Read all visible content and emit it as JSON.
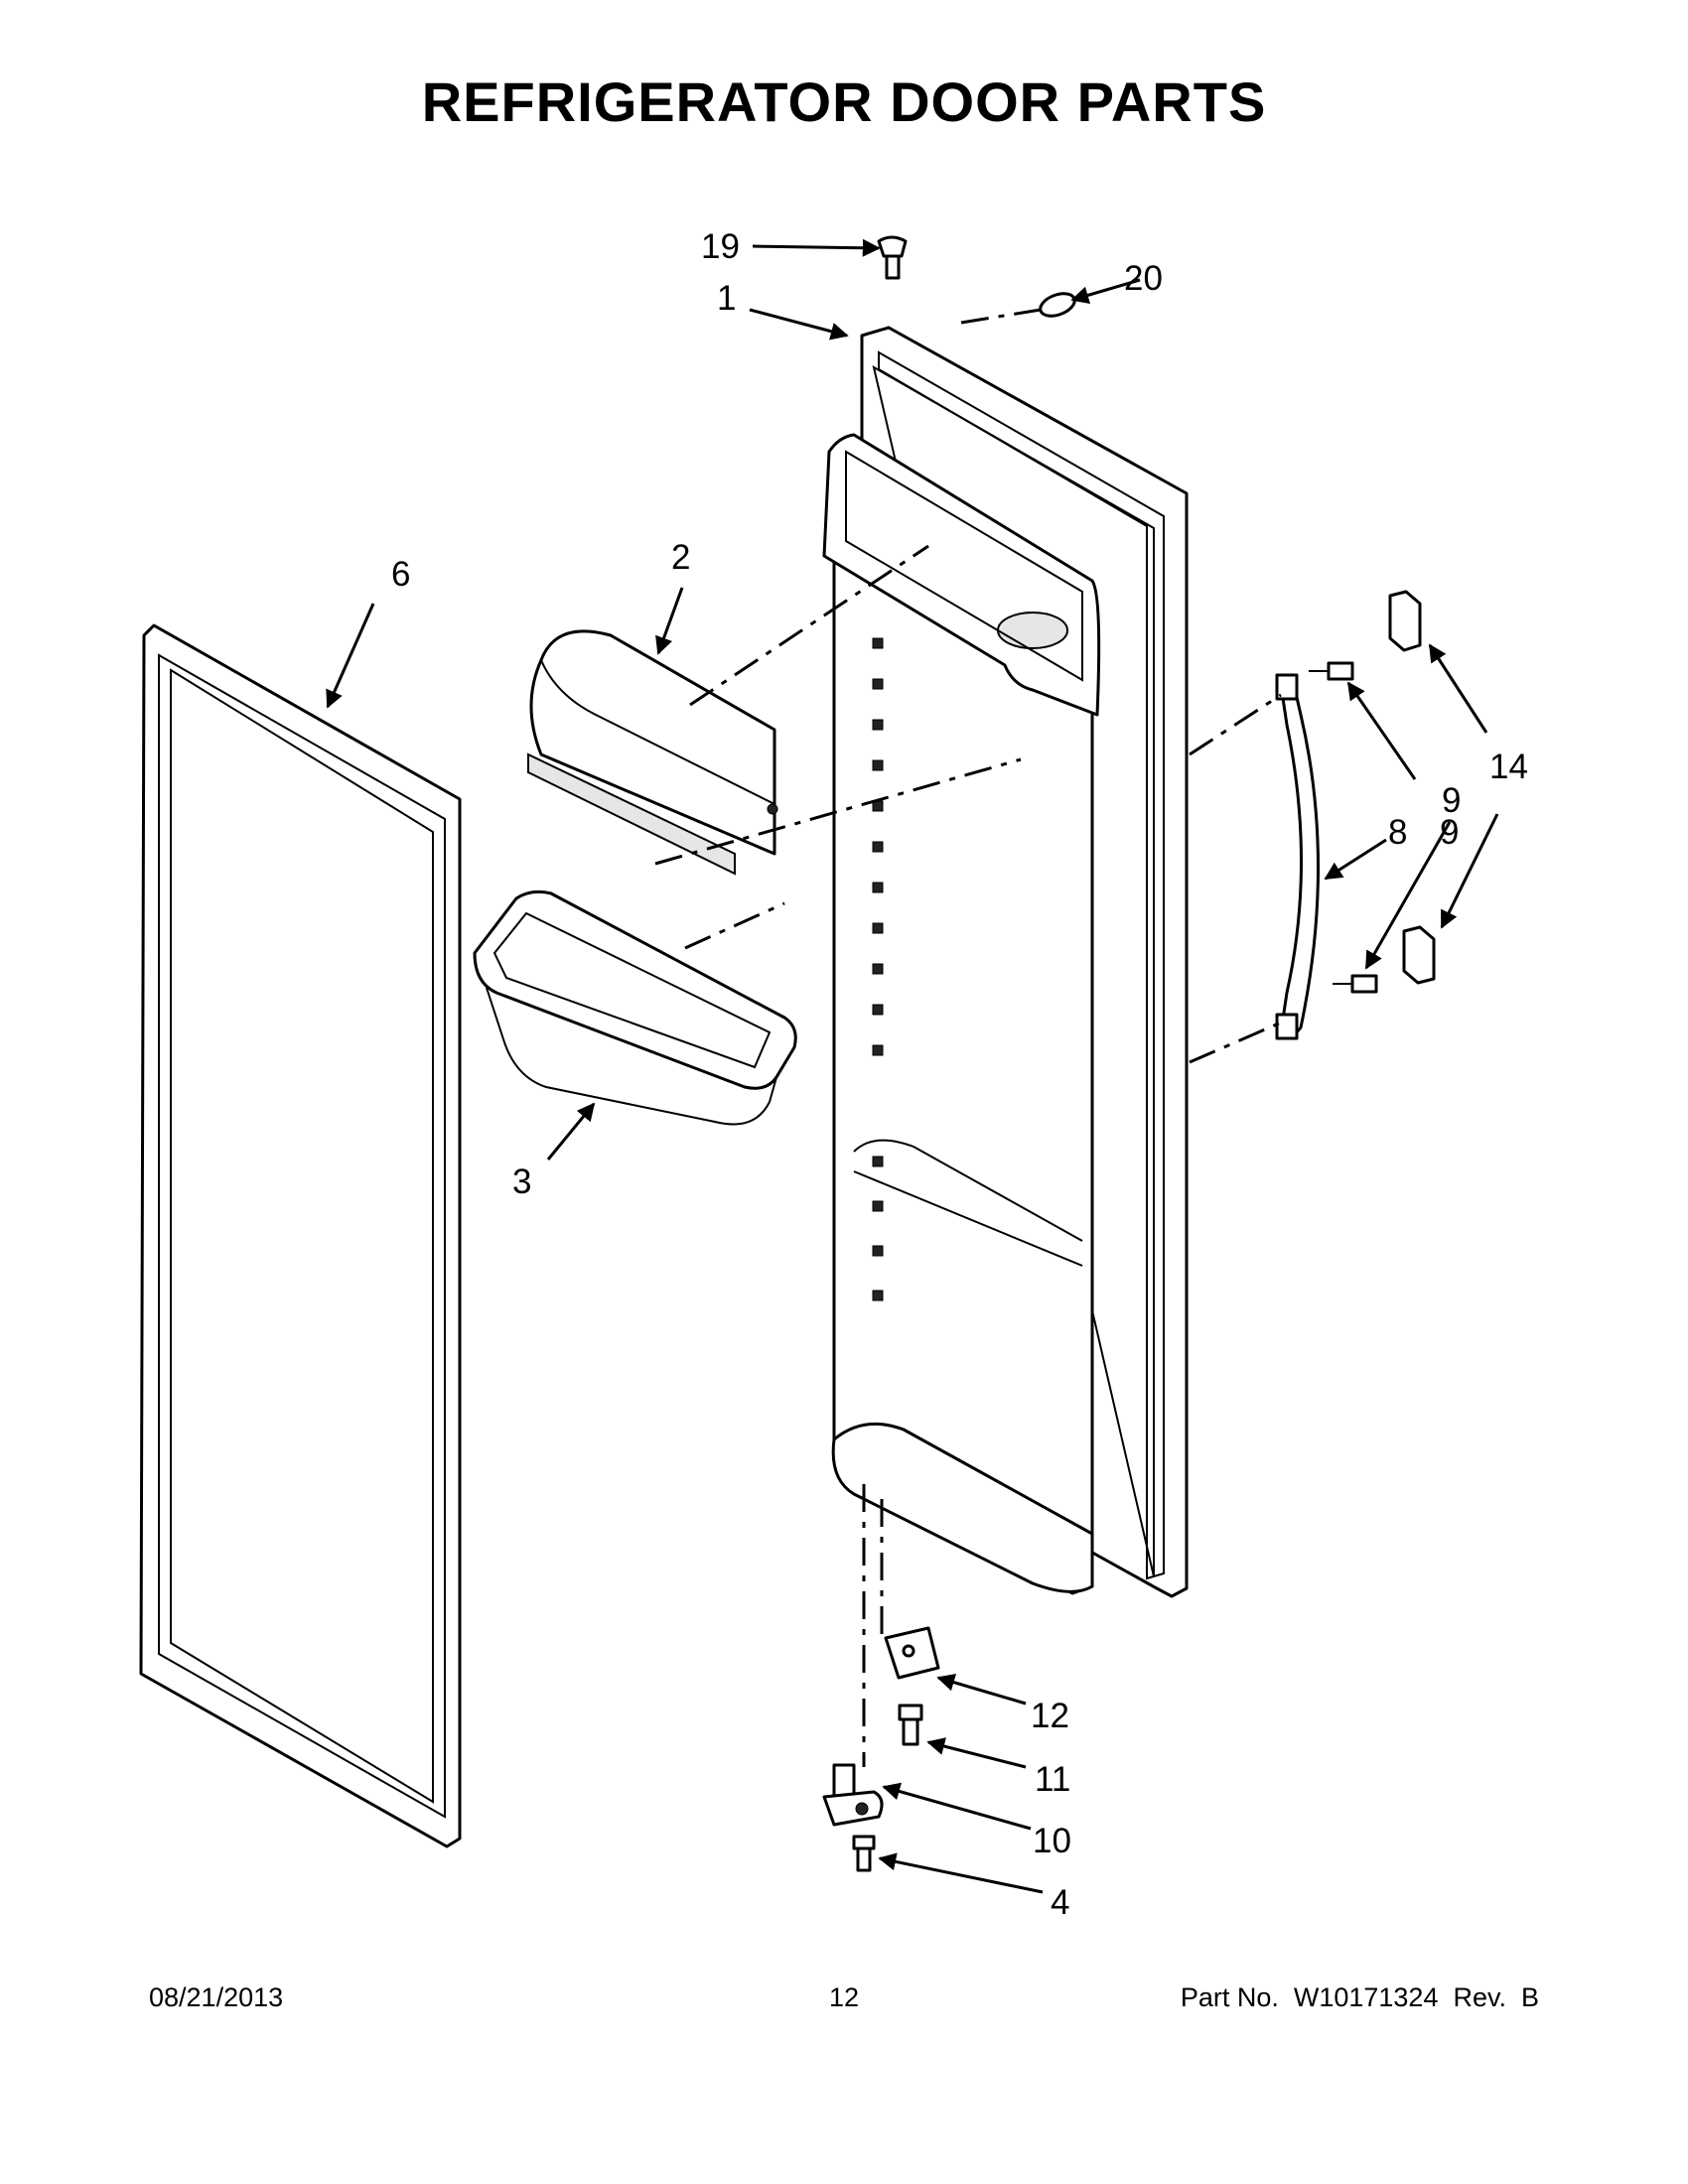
{
  "title": "REFRIGERATOR DOOR PARTS",
  "callouts": {
    "c1": "1",
    "c2": "2",
    "c3": "3",
    "c4": "4",
    "c6": "6",
    "c8": "8",
    "c9a": "9",
    "c9b": "9",
    "c10": "10",
    "c11": "11",
    "c12": "12",
    "c14": "14",
    "c19": "19",
    "c20": "20"
  },
  "footer": {
    "date": "08/21/2013",
    "page": "12",
    "part_no": "Part No.  W10171324  Rev.  B"
  }
}
